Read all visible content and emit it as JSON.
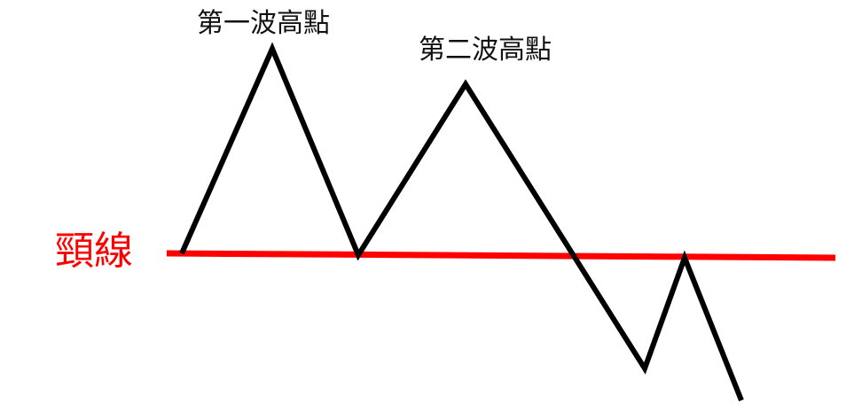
{
  "labels": {
    "peak1": "第一波高點",
    "peak2": "第二波高點",
    "neckline": "頸線"
  },
  "colors": {
    "price_line": "#000000",
    "neckline": "#ff0000"
  },
  "chart_data": {
    "type": "line",
    "title": "",
    "description": "Double top (M-head) pattern with neckline",
    "series": [
      {
        "name": "price",
        "points": [
          [
            205,
            286
          ],
          [
            307,
            55
          ],
          [
            404,
            288
          ],
          [
            525,
            95
          ],
          [
            727,
            416
          ],
          [
            772,
            291
          ],
          [
            836,
            452
          ]
        ]
      }
    ],
    "neckline": {
      "from": [
        188,
        286
      ],
      "to": [
        942,
        291
      ]
    },
    "annotations": [
      "第一波高點",
      "第二波高點",
      "頸線"
    ]
  }
}
